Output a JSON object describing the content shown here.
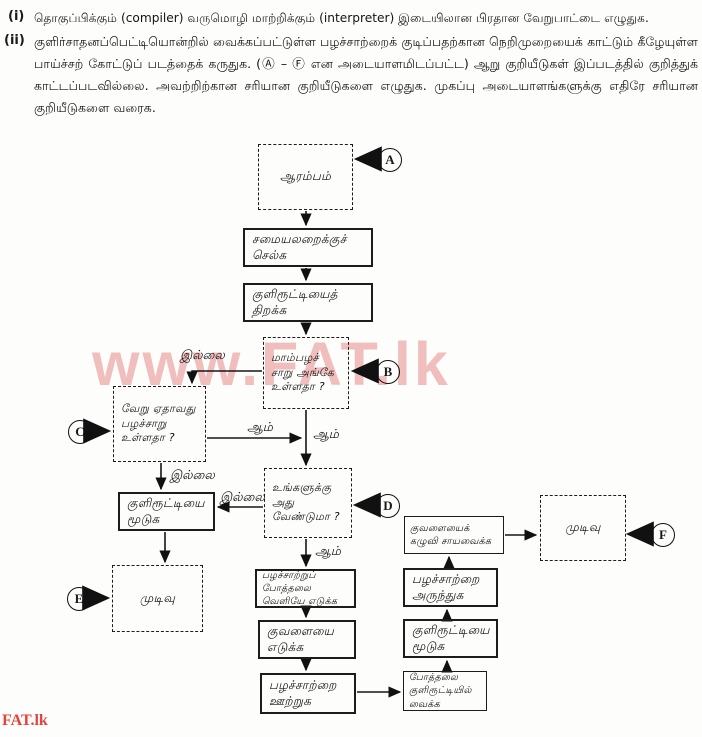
{
  "page": {
    "watermark": "www.FAT.lk",
    "footer_brand": "FAT.lk"
  },
  "questions": {
    "q1": {
      "label": "(i)",
      "text": "தொகுப்பிக்கும் (compiler) வருமொழி மாற்றிக்கும் (interpreter) இடையிலான பிரதான வேறுபாட்டை எழுதுக."
    },
    "q2": {
      "label": "(ii)",
      "text": "குளிர்சாதனப்பெட்டியொன்றில் வைக்கப்பட்டுள்ள பழச்சாற்றைக் குடிப்பதற்கான நெறிமுறையைக் காட்டும் கீழேயுள்ள பாய்ச்சற் கோட்டுப் படத்தைக் கருதுக. (Ⓐ – Ⓕ என அடையாளமிடப்பட்ட) ஆறு குறியீடுகள் இப்படத்தில் குறித்துக் காட்டப்படவில்லை. அவற்றிற்கான சரியான குறியீடுகளை எழுதுக. முகப்பு அடையாளங்களுக்கு எதிரே சரியான குறியீடுகளை வரைக."
    }
  },
  "flowchart": {
    "markers": {
      "a": "A",
      "b": "B",
      "c": "C",
      "d": "D",
      "e": "E",
      "f": "F"
    },
    "labels": {
      "yes": "ஆம்",
      "no": "இல்லை"
    },
    "nodes": {
      "start": "ஆரம்பம்",
      "go_to_kitchen": "சமையலறைக்குச் செல்க",
      "open_fridge": "குளிரூட்டியைத் திறக்க",
      "mango_juice_q": "மாம்பழச் சாறு அங்கே உள்ளதா ?",
      "other_juice_q": "வேறு ஏதாவது பழச்சாறு உள்ளதா ?",
      "want_it_q": "உங்களுக்கு அது வேண்டுமா ?",
      "close_fridge_left": "குளிரூட்டியை மூடுக",
      "end_left": "முடிவு",
      "take_bottle_out": "பழச்சாற்றுப் போத்தலை வெளியே எடுக்க",
      "take_glass": "குவளையை எடுக்க",
      "pour_juice": "பழச்சாற்றை ஊற்றுக",
      "put_bottle_in_fridge": "போத்தலை குளிரூட்டியில் வைக்க",
      "close_fridge_right": "குளிரூட்டியை மூடுக",
      "drink_juice": "பழச்சாற்றை அருந்துக",
      "wash_glass": "குவளையைக் கழுவி சாயவைக்க",
      "end_right": "முடிவு"
    }
  }
}
